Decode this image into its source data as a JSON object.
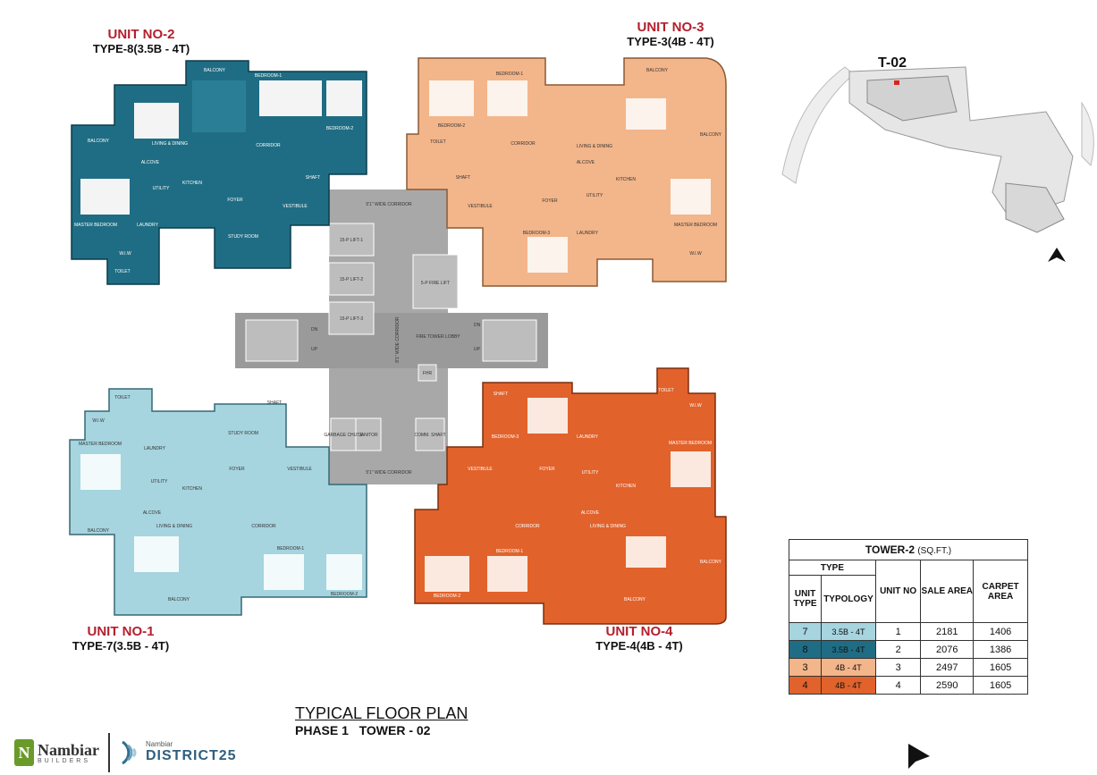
{
  "colors": {
    "unit1": "#a6d4df",
    "unit2": "#1f6d84",
    "unit3": "#f3b58a",
    "unit4": "#e2622b",
    "core": "#a8a8a8",
    "title_red": "#b3202e"
  },
  "units": [
    {
      "title": "UNIT NO-2",
      "type": "TYPE-8(3.5B - 4T)"
    },
    {
      "title": "UNIT NO-3",
      "type": "TYPE-3(4B - 4T)"
    },
    {
      "title": "UNIT NO-1",
      "type": "TYPE-7(3.5B - 4T)"
    },
    {
      "title": "UNIT NO-4",
      "type": "TYPE-4(4B - 4T)"
    }
  ],
  "core": {
    "corridor_top": "5'1\" WIDE CORRIDOR",
    "corridor_bottom": "5'1\" WIDE CORRIDOR",
    "corridor_vertical": "8'1\" WIDE CORRIDOR",
    "lift1": "15-P LIFT-1",
    "lift2": "15-P LIFT-2",
    "lift3": "15-P LIFT-3",
    "fire_lift": "5-P FIRE LIFT",
    "fire_lobby": "FIRE TOWER LOBBY",
    "fhr": "FHR",
    "garbage": "GARBAGE CHUTE",
    "janitor": "JANITOR",
    "comm_shaft": "COMM. SHAFT",
    "up": "UP",
    "dn": "DN"
  },
  "rooms": {
    "u2": {
      "balcony": "BALCONY",
      "bed1": "BEDROOM-1",
      "bed2": "BEDROOM-2",
      "living": "LIVING & DINING",
      "corridor": "CORRIDOR",
      "kitchen": "KITCHEN",
      "alcove": "ALCOVE",
      "utility": "UTILITY",
      "laundry": "LAUNDRY",
      "master": "MASTER BEDROOM",
      "wiw": "W.I.W",
      "toilet": "TOILET",
      "foyer": "FOYER",
      "vestibule": "VESTIBULE",
      "study": "STUDY ROOM",
      "shaft": "SHAFT",
      "balcony2": "BALCONY"
    },
    "u3": {
      "balcony": "BALCONY",
      "bed1": "BEDROOM-1",
      "bed2": "BEDROOM-2",
      "living": "LIVING & DINING",
      "corridor": "CORRIDOR",
      "kitchen": "KITCHEN",
      "alcove": "ALCOVE",
      "utility": "UTILITY",
      "laundry": "LAUNDRY",
      "master": "MASTER BEDROOM",
      "wiw": "W.I.W",
      "toilet": "TOILET",
      "foyer": "FOYER",
      "vestibule": "VESTIBULE",
      "bed3": "BEDROOM-3",
      "shaft": "SHAFT",
      "balcony2": "BALCONY"
    },
    "u1": {
      "balcony": "BALCONY",
      "bed1": "BEDROOM-1",
      "bed2": "BEDROOM-2",
      "living": "LIVING & DINING",
      "corridor": "CORRIDOR",
      "kitchen": "KITCHEN",
      "alcove": "ALCOVE",
      "utility": "UTILITY",
      "laundry": "LAUNDRY",
      "master": "MASTER BEDROOM",
      "wiw": "W.I.W",
      "toilet": "TOILET",
      "foyer": "FOYER",
      "vestibule": "VESTIBULE",
      "study": "STUDY ROOM",
      "shaft": "SHAFT",
      "balcony2": "BALCONY"
    },
    "u4": {
      "balcony": "BALCONY",
      "bed1": "BEDROOM-1",
      "bed2": "BEDROOM-2",
      "living": "LIVING & DINING",
      "corridor": "CORRIDOR",
      "kitchen": "KITCHEN",
      "alcove": "ALCOVE",
      "utility": "UTILITY",
      "laundry": "LAUNDRY",
      "master": "MASTER BEDROOM",
      "wiw": "W.I.W",
      "toilet": "TOILET",
      "foyer": "FOYER",
      "vestibule": "VESTIBULE",
      "bed3": "BEDROOM-3",
      "shaft": "SHAFT",
      "balcony2": "BALCONY"
    }
  },
  "keyplan": {
    "label": "T-02"
  },
  "table": {
    "title": "TOWER-2",
    "title_unit": "(SQ.FT.)",
    "h_type": "TYPE",
    "h_unit_type": "UNIT TYPE",
    "h_typology": "TYPOLOGY",
    "h_unit_no": "UNIT NO",
    "h_sale": "SALE AREA",
    "h_carpet": "CARPET AREA",
    "rows": [
      {
        "type": "7",
        "typology": "3.5B - 4T",
        "unit_no": "1",
        "sale": "2181",
        "carpet": "1406",
        "color": "#a6d4df"
      },
      {
        "type": "8",
        "typology": "3.5B - 4T",
        "unit_no": "2",
        "sale": "2076",
        "carpet": "1386",
        "color": "#1f6d84"
      },
      {
        "type": "3",
        "typology": "4B - 4T",
        "unit_no": "3",
        "sale": "2497",
        "carpet": "1605",
        "color": "#f3b58a"
      },
      {
        "type": "4",
        "typology": "4B - 4T",
        "unit_no": "4",
        "sale": "2590",
        "carpet": "1605",
        "color": "#e2622b"
      }
    ]
  },
  "footer": {
    "title": "TYPICAL FLOOR PLAN",
    "subtitle": "PHASE 1   TOWER - 02",
    "brand": "Nambiar",
    "brand_sub": "BUILDERS",
    "district_top": "Nambiar",
    "district": "DISTRICT25"
  }
}
